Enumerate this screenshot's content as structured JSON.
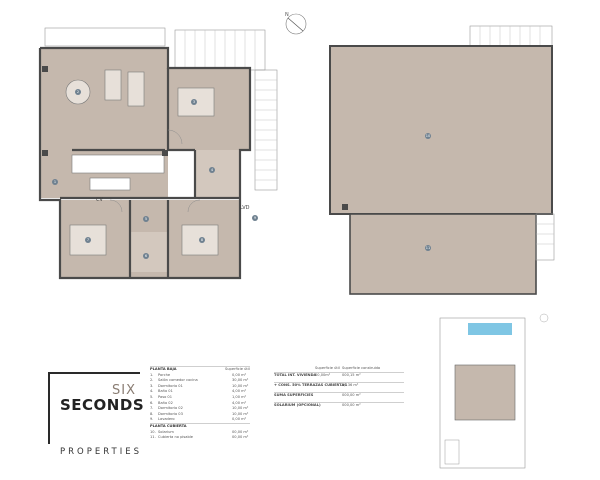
{
  "colors": {
    "floor": "#c5b8ad",
    "floor_light": "#d3c8be",
    "wall": "#4a4a4a",
    "thin_line": "#8c8c8c",
    "marker": "#6f8190",
    "pool": "#7fc6e4",
    "logo_accent": "#8a7d73"
  },
  "plan": {
    "north_label": "N",
    "rooms": [
      {
        "num": "1",
        "icon": "room-marker"
      },
      {
        "num": "2",
        "icon": "room-marker"
      },
      {
        "num": "3",
        "icon": "room-marker"
      },
      {
        "num": "4",
        "icon": "room-marker"
      },
      {
        "num": "5",
        "icon": "room-marker"
      },
      {
        "num": "6",
        "icon": "room-marker"
      },
      {
        "num": "7",
        "icon": "room-marker"
      },
      {
        "num": "8",
        "icon": "room-marker"
      },
      {
        "num": "9",
        "icon": "room-marker"
      },
      {
        "num": "10",
        "icon": "room-marker"
      },
      {
        "num": "11",
        "icon": "room-marker"
      }
    ],
    "appliance_labels": {
      "cv": "CV",
      "lvd": "LVD"
    }
  },
  "logo": {
    "six": "SIX",
    "seconds": "SECONDS",
    "properties": "PROPERTIES"
  },
  "table_left": {
    "section_ground": "PLANTA BAJA",
    "column_header": "Superficie útil",
    "rows": [
      {
        "n": "1.",
        "name": "Porche",
        "area": "0,00 m²"
      },
      {
        "n": "2.",
        "name": "Salón comedor cocina",
        "area": "30,00 m²"
      },
      {
        "n": "3.",
        "name": "Dormitorio 01",
        "area": "10,00 m²"
      },
      {
        "n": "4.",
        "name": "Baño 01",
        "area": "4,00 m²"
      },
      {
        "n": "5.",
        "name": "Paso 01",
        "area": "1,00 m²"
      },
      {
        "n": "6.",
        "name": "Baño 02",
        "area": "4,00 m²"
      },
      {
        "n": "7.",
        "name": "Dormitorio 02",
        "area": "10,00 m²"
      },
      {
        "n": "8.",
        "name": "Dormitorio 03",
        "area": "10,00 m²"
      },
      {
        "n": "9.",
        "name": "Lavadero",
        "area": "0,00 m²"
      }
    ],
    "section_roof": "PLANTA CUBIERTA",
    "roof_rows": [
      {
        "n": "10.",
        "name": "Solarium",
        "area": "00,00 m²"
      },
      {
        "n": "11.",
        "name": "Cubierta no pisable",
        "area": "00,00 m²"
      }
    ]
  },
  "table_right": {
    "headers": [
      "Superficie útil",
      "Superficie construida"
    ],
    "rows": [
      {
        "label": "TOTAL INT. VIVIENDA",
        "v1": "00,00m²",
        "v2": "000,15 m²"
      },
      {
        "label": "+ CONS. 50% TERRAZAS CUBIERTAS",
        "v1": "",
        "v2": "3,136 m²"
      },
      {
        "label": "SUMA SUPERFICIES",
        "v1": "",
        "v2": "000,00 m²"
      },
      {
        "label": "SOLARIUM (OPCIONAL)",
        "v1": "",
        "v2": "000,00 m²"
      }
    ]
  }
}
